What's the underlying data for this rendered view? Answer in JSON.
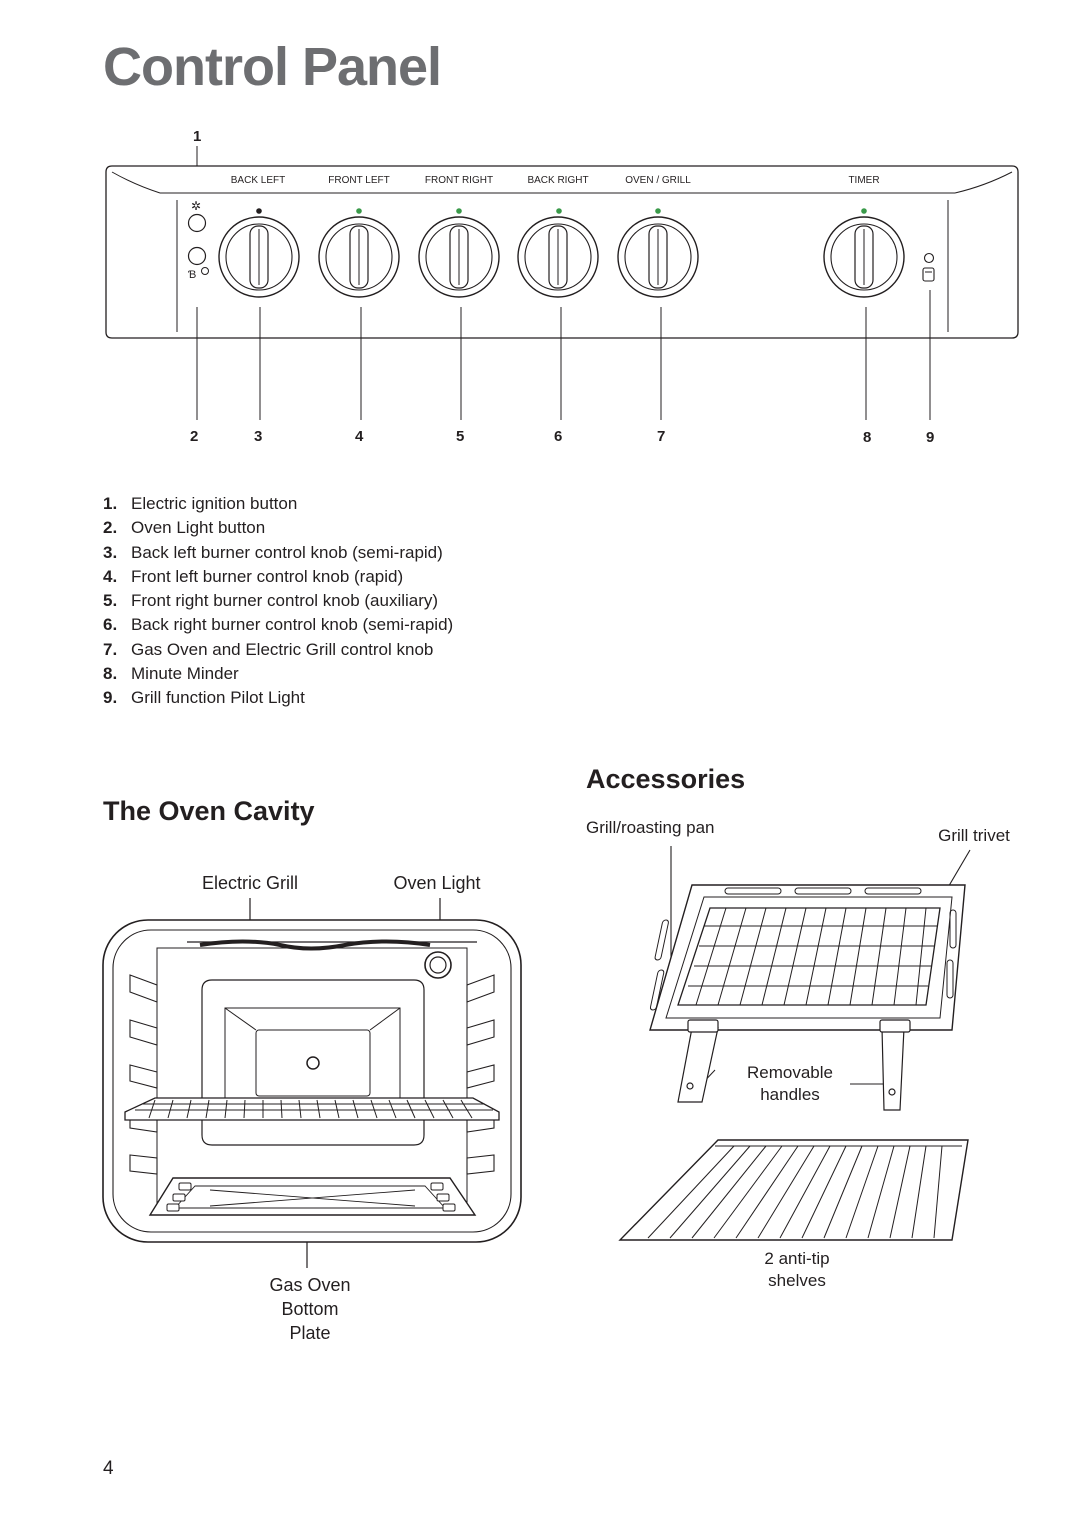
{
  "page": {
    "title": "Control Panel",
    "page_number": "4"
  },
  "control_panel": {
    "top_callout": "1",
    "knob_labels": [
      "BACK LEFT",
      "FRONT LEFT",
      "FRONT RIGHT",
      "BACK RIGHT",
      "OVEN / GRILL",
      "TIMER"
    ],
    "bottom_callouts": [
      "2",
      "3",
      "4",
      "5",
      "6",
      "7",
      "8",
      "9"
    ]
  },
  "legend": [
    {
      "num": "1.",
      "text": "Electric ignition button"
    },
    {
      "num": "2.",
      "text": "Oven Light button"
    },
    {
      "num": "3.",
      "text": "Back left burner control knob (semi-rapid)"
    },
    {
      "num": "4.",
      "text": "Front left burner control knob (rapid)"
    },
    {
      "num": "5.",
      "text": "Front right burner control knob (auxiliary)"
    },
    {
      "num": "6.",
      "text": "Back right burner control knob (semi-rapid)"
    },
    {
      "num": "7.",
      "text": "Gas Oven and Electric Grill control knob"
    },
    {
      "num": "8.",
      "text": "Minute Minder"
    },
    {
      "num": "9.",
      "text": "Grill function Pilot Light"
    }
  ],
  "oven_cavity": {
    "heading": "The Oven Cavity",
    "label_grill": "Electric Grill",
    "label_light": "Oven Light",
    "label_bottom_1": "Gas Oven",
    "label_bottom_2": "Bottom",
    "label_bottom_3": "Plate"
  },
  "accessories": {
    "heading": "Accessories",
    "label_pan": "Grill/roasting pan",
    "label_trivet": "Grill trivet",
    "label_handles_1": "Removable",
    "label_handles_2": "handles",
    "label_shelves_1": "2 anti-tip",
    "label_shelves_2": "shelves"
  },
  "colors": {
    "title_gray": "#6d6e71",
    "indicator_green": "#3a9a4a",
    "line": "#231f20"
  }
}
